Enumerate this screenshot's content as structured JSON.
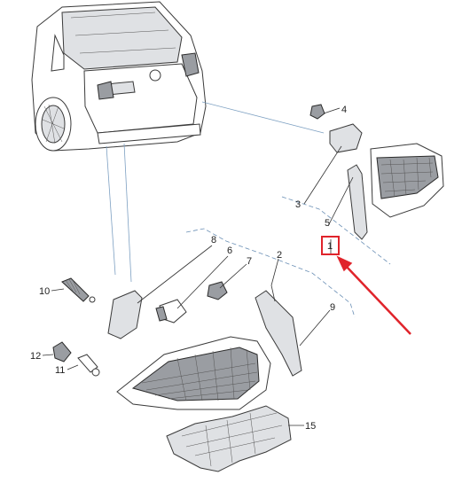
{
  "diagram": {
    "callouts": [
      {
        "id": "c1",
        "label": "1"
      },
      {
        "id": "c2",
        "label": "2"
      },
      {
        "id": "c3",
        "label": "3"
      },
      {
        "id": "c4",
        "label": "4"
      },
      {
        "id": "c5",
        "label": "5"
      },
      {
        "id": "c6",
        "label": "6"
      },
      {
        "id": "c7",
        "label": "7"
      },
      {
        "id": "c8",
        "label": "8"
      },
      {
        "id": "c9",
        "label": "9"
      },
      {
        "id": "c10",
        "label": "10"
      },
      {
        "id": "c11",
        "label": "11"
      },
      {
        "id": "c12",
        "label": "12"
      },
      {
        "id": "c15",
        "label": "15"
      }
    ],
    "highlight": {
      "label": "1",
      "color": "#e0242b"
    },
    "colors": {
      "line": "#333333",
      "leader_blue": "#6a8fb5",
      "part_shade": "#dfe1e4",
      "lens_dark": "#9a9da2"
    }
  }
}
